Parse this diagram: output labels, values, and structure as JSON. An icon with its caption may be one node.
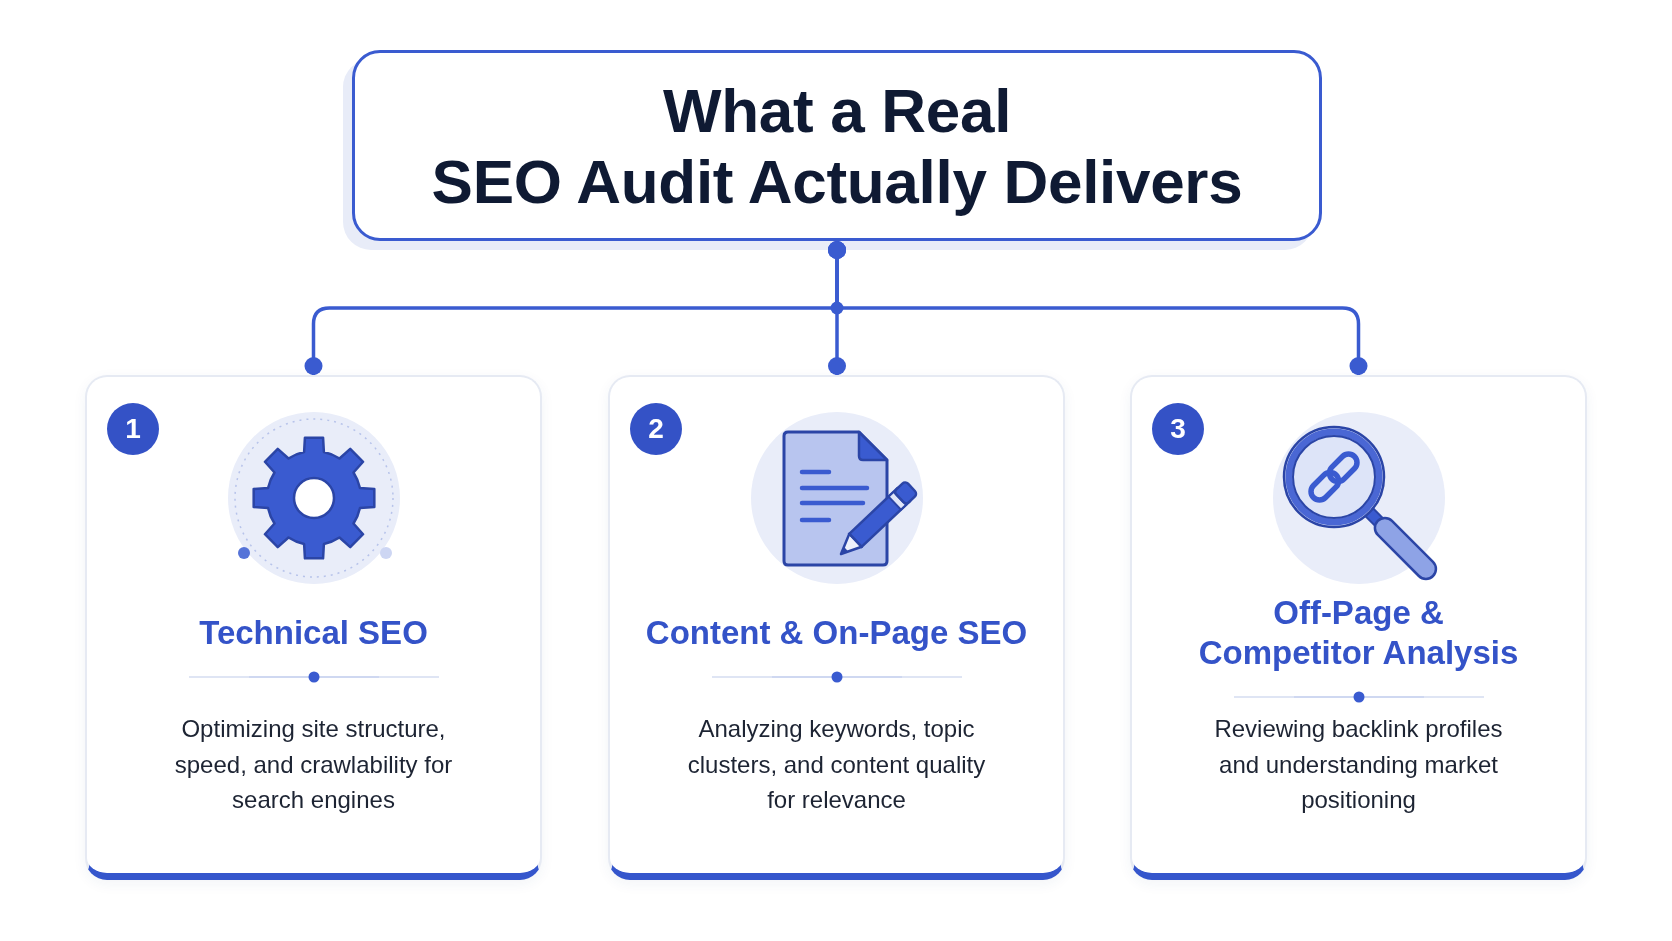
{
  "diagram": {
    "nodes": [
      {
        "text": [
          "What a Real SEO Audit Actually Delivers"
        ]
      },
      {
        "text": [
          "Technical SEO",
          "Optimizing site structure, speed, and crawlability for search engines"
        ]
      },
      {
        "text": [
          "1"
        ],
        "in": 1
      },
      {
        "text": [
          "Content & On-Page SEO",
          "Analyzing keywords, topic clusters, and content quality for relevance"
        ]
      },
      {
        "text": [
          "2"
        ],
        "in": 3
      },
      {
        "text": [
          "Off-Page & Competitor Analysis",
          "Reviewing backlink profiles and understanding market positioning"
        ]
      },
      {
        "text": [
          "3"
        ],
        "in": 5
      }
    ],
    "edges": [
      {
        "from": 0,
        "to": 1,
        "arrow": "other"
      },
      {
        "from": 0,
        "to": 3,
        "arrow": "other"
      },
      {
        "from": 0,
        "to": 5,
        "arrow": "other"
      }
    ]
  }
}
